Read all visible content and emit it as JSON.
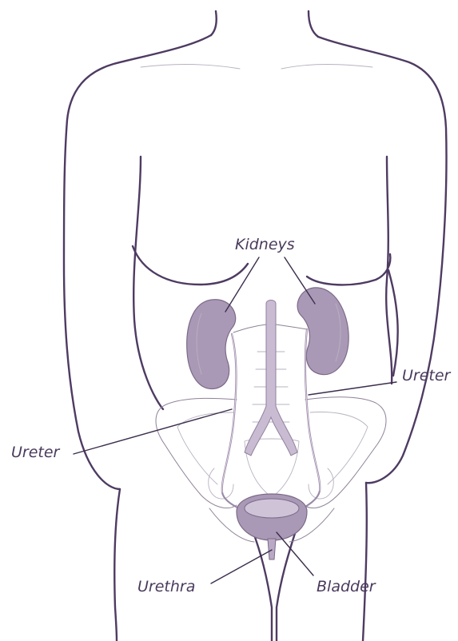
{
  "labels": {
    "kidneys": "Kidneys",
    "ureter_right_side": "Ureter",
    "ureter_left_side": "Ureter",
    "urethra": "Urethra",
    "bladder": "Bladder"
  },
  "colors": {
    "body_outline": "#4e3b62",
    "organ_fill": "#aa99b6",
    "label_text": "#4a3a5c"
  }
}
